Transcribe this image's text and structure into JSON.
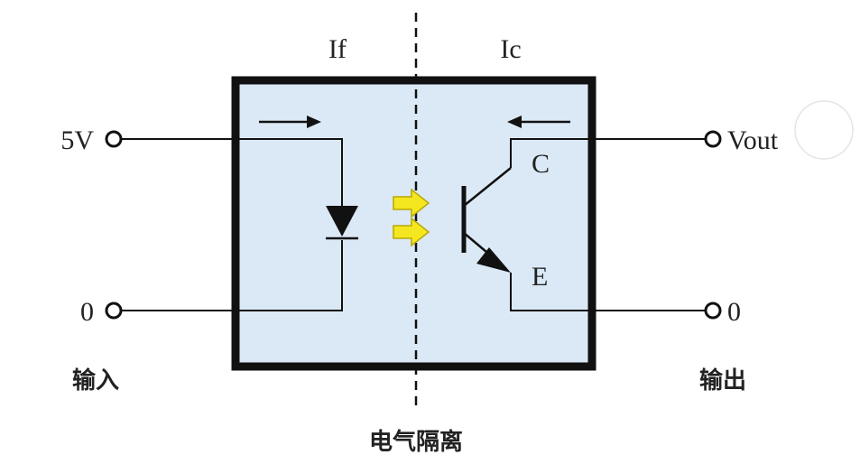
{
  "labels": {
    "if_current": "If",
    "ic_current": "Ic",
    "input_5v": "5V",
    "input_zero": "0",
    "output_vout": "Vout",
    "output_zero": "0",
    "collector": "C",
    "emitter": "E",
    "input_side": "输入",
    "output_side": "输出",
    "isolation": "电气隔离"
  },
  "colors": {
    "box_fill": "#dbe9f6",
    "box_border": "#111111",
    "light_arrow": "#f5e71f",
    "light_arrow_edge": "#b8a800"
  }
}
